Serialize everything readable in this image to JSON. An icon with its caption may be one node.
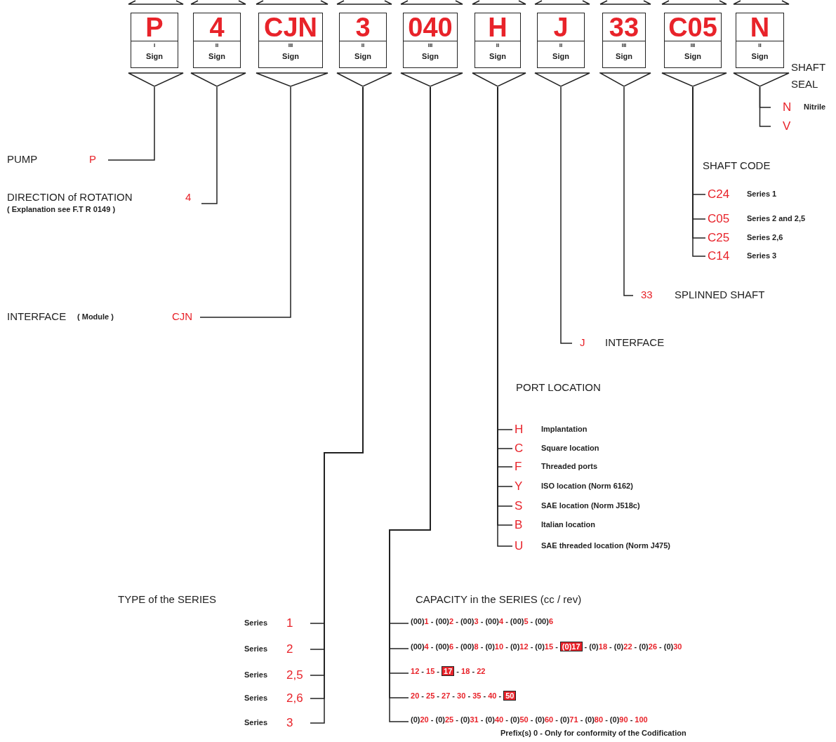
{
  "diagram": {
    "nodes": [
      {
        "text": [
          "P",
          "I",
          "Sign"
        ]
      },
      {
        "text": [
          "4",
          "II",
          "Sign"
        ]
      },
      {
        "text": [
          "CJN",
          "III",
          "Sign"
        ]
      },
      {
        "text": [
          "3",
          "II",
          "Sign"
        ]
      },
      {
        "text": [
          "040",
          "III",
          "Sign"
        ]
      },
      {
        "text": [
          "H",
          "II",
          "Sign"
        ]
      },
      {
        "text": [
          "J",
          "II",
          "Sign"
        ]
      },
      {
        "text": [
          "33",
          "III",
          "Sign"
        ]
      },
      {
        "text": [
          "C05",
          "III",
          "Sign"
        ]
      },
      {
        "text": [
          "N",
          "II",
          "Sign"
        ]
      },
      {
        "text": [
          "PUMP",
          "P"
        ]
      },
      {
        "text": [
          "DIRECTION of ROTATION",
          "4",
          "( Explanation see F.T R 0149 )"
        ]
      },
      {
        "text": [
          "INTERFACE",
          "( Module )",
          "CJN"
        ]
      },
      {
        "text": [
          "Series",
          "1"
        ]
      },
      {
        "text": [
          "Series",
          "2"
        ]
      },
      {
        "text": [
          "Series",
          "2,5"
        ]
      },
      {
        "text": [
          "Series",
          "2,6"
        ]
      },
      {
        "text": [
          "Series",
          "3"
        ]
      },
      {
        "text": [
          "(00)1 - (00)2 - (00)3 - (00)4 - (00)5 - (00)6"
        ]
      },
      {
        "text": [
          "(00)4 - (00)6 - (00)8 - (0)10 - (0)12 - (0)15 - **(0)17** - (0)18 - (0)22 - (0)26 - (0)30"
        ]
      },
      {
        "text": [
          "12 - 15 - **17** - 18 - 22"
        ]
      },
      {
        "text": [
          "20 - 25 - 27 - 30 - 35 - 40 - **50**"
        ]
      },
      {
        "text": [
          "(0)20 - (0)25 - (0)31 - (0)40 - (0)50 - (0)60 - (0)71 - (0)80 - (0)90 - 100"
        ]
      },
      {
        "text": [
          "H",
          "Implantation"
        ]
      },
      {
        "text": [
          "C",
          "Square location"
        ]
      },
      {
        "text": [
          "F",
          "Threaded ports"
        ]
      },
      {
        "text": [
          "Y",
          "ISO location (Norm 6162)"
        ]
      },
      {
        "text": [
          "S",
          "SAE location (Norm J518c)"
        ]
      },
      {
        "text": [
          "B",
          "Italian location"
        ]
      },
      {
        "text": [
          "U",
          "SAE threaded location (Norm J475)"
        ]
      },
      {
        "text": [
          "J",
          "INTERFACE"
        ]
      },
      {
        "text": [
          "33",
          "SPLINNED SHAFT"
        ]
      },
      {
        "text": [
          "C24",
          "Series 1"
        ]
      },
      {
        "text": [
          "C05",
          "Series 2 and 2,5"
        ]
      },
      {
        "text": [
          "C25",
          "Series 2,6"
        ]
      },
      {
        "text": [
          "C14",
          "Series 3"
        ]
      },
      {
        "text": [
          "N",
          "Nitrile"
        ]
      },
      {
        "text": [
          "V"
        ]
      }
    ],
    "edges": [
      {
        "from": 0,
        "to": 10,
        "arrow": "none"
      },
      {
        "from": 1,
        "to": 11,
        "arrow": "none"
      },
      {
        "from": 2,
        "to": 12,
        "arrow": "none"
      },
      {
        "from": 3,
        "to": 13,
        "arrow": "none"
      },
      {
        "from": 3,
        "to": 14,
        "arrow": "none"
      },
      {
        "from": 3,
        "to": 15,
        "arrow": "none"
      },
      {
        "from": 3,
        "to": 16,
        "arrow": "none"
      },
      {
        "from": 3,
        "to": 17,
        "arrow": "none"
      },
      {
        "from": 4,
        "to": 18,
        "arrow": "none"
      },
      {
        "from": 4,
        "to": 19,
        "arrow": "none"
      },
      {
        "from": 4,
        "to": 20,
        "arrow": "none"
      },
      {
        "from": 4,
        "to": 21,
        "arrow": "none"
      },
      {
        "from": 4,
        "to": 22,
        "arrow": "none"
      },
      {
        "from": 5,
        "to": 23,
        "arrow": "none"
      },
      {
        "from": 5,
        "to": 24,
        "arrow": "none"
      },
      {
        "from": 5,
        "to": 25,
        "arrow": "none"
      },
      {
        "from": 5,
        "to": 26,
        "arrow": "none"
      },
      {
        "from": 5,
        "to": 27,
        "arrow": "none"
      },
      {
        "from": 5,
        "to": 28,
        "arrow": "none"
      },
      {
        "from": 5,
        "to": 29,
        "arrow": "none"
      },
      {
        "from": 6,
        "to": 30,
        "arrow": "none"
      },
      {
        "from": 7,
        "to": 31,
        "arrow": "none"
      },
      {
        "from": 8,
        "to": 32,
        "arrow": "none"
      },
      {
        "from": 8,
        "to": 33,
        "arrow": "none"
      },
      {
        "from": 8,
        "to": 34,
        "arrow": "none"
      },
      {
        "from": 8,
        "to": 35,
        "arrow": "none"
      },
      {
        "from": 9,
        "to": 36,
        "arrow": "none"
      },
      {
        "from": 9,
        "to": 37,
        "arrow": "none"
      }
    ],
    "labels": [
      "SHAFT SEAL",
      "SHAFT CODE",
      "PORT LOCATION",
      "TYPE of the SERIES",
      "CAPACITY in the SERIES (cc / rev)",
      "Prefix(s) 0 - Only for conformity of the Codification"
    ]
  }
}
